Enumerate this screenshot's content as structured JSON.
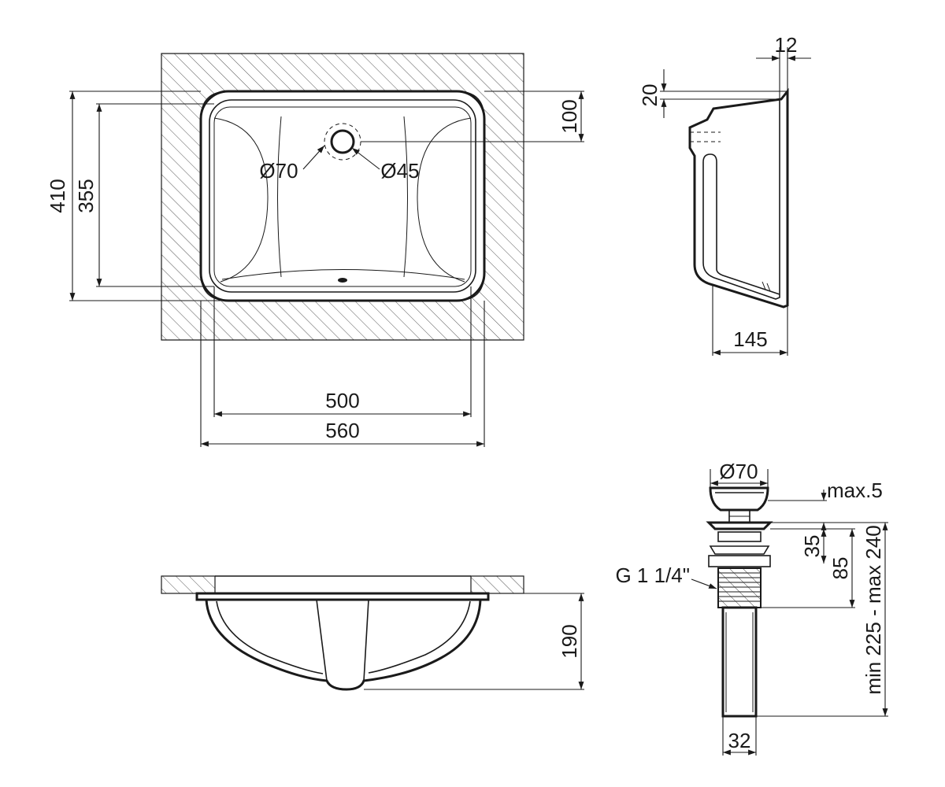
{
  "top_view": {
    "dim_overall_depth": "410",
    "dim_inner_depth": "355",
    "dim_hole_offset": "100",
    "dim_inner_width": "500",
    "dim_overall_width": "560",
    "dim_overflow_dia": "Ø70",
    "dim_tap_dia": "Ø45"
  },
  "side_view": {
    "dim_flange_width": "12",
    "dim_flange_height": "20",
    "dim_depth": "145"
  },
  "front_view": {
    "dim_height": "190"
  },
  "drain_view": {
    "dim_cap_dia": "Ø70",
    "dim_gap": "max.5",
    "dim_thread_len": "35",
    "dim_body_len": "85",
    "dim_range": "min 225 - max 240",
    "dim_pipe_dia": "32",
    "thread_label": "G 1 1/4\""
  },
  "colors": {
    "line": "#1a1a1a",
    "background": "#ffffff"
  }
}
